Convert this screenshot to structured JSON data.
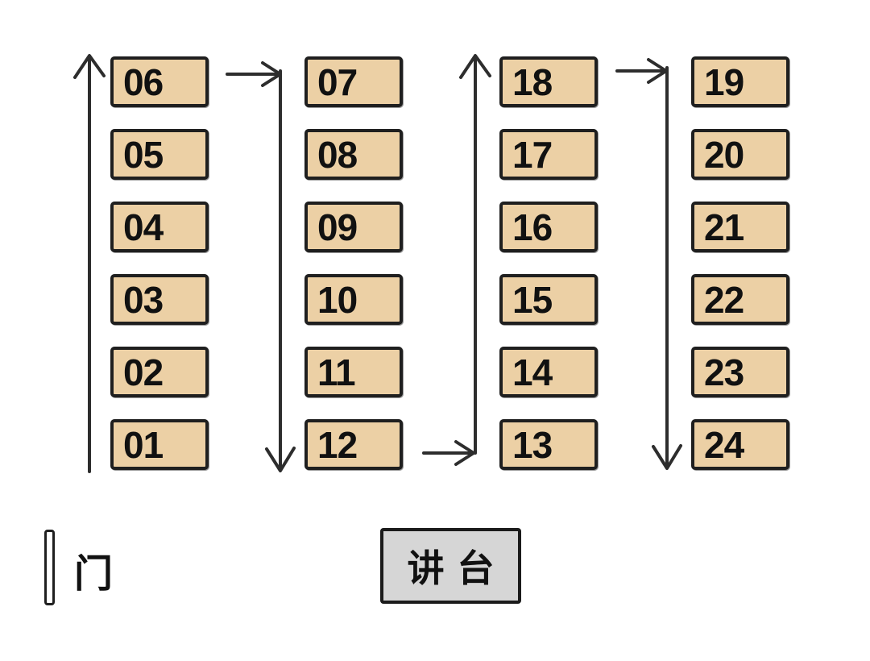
{
  "diagram": {
    "type": "classroom-seating-chart",
    "colors": {
      "background": "#ffffff",
      "seat_fill": "#ecd0a5",
      "seat_border": "#1f1f1f",
      "arrow": "#2d2d2d",
      "podium_fill": "#d6d6d6",
      "door_fill": "#ffffff"
    },
    "columns": [
      {
        "flow_direction": "up",
        "seats": [
          "06",
          "05",
          "04",
          "03",
          "02",
          "01"
        ]
      },
      {
        "flow_direction": "down",
        "seats": [
          "07",
          "08",
          "09",
          "10",
          "11",
          "12"
        ]
      },
      {
        "flow_direction": "up",
        "seats": [
          "18",
          "17",
          "16",
          "15",
          "14",
          "13"
        ]
      },
      {
        "flow_direction": "down",
        "seats": [
          "19",
          "20",
          "21",
          "22",
          "23",
          "24"
        ]
      }
    ],
    "door": {
      "label": "门"
    },
    "podium": {
      "label": "讲台"
    }
  }
}
